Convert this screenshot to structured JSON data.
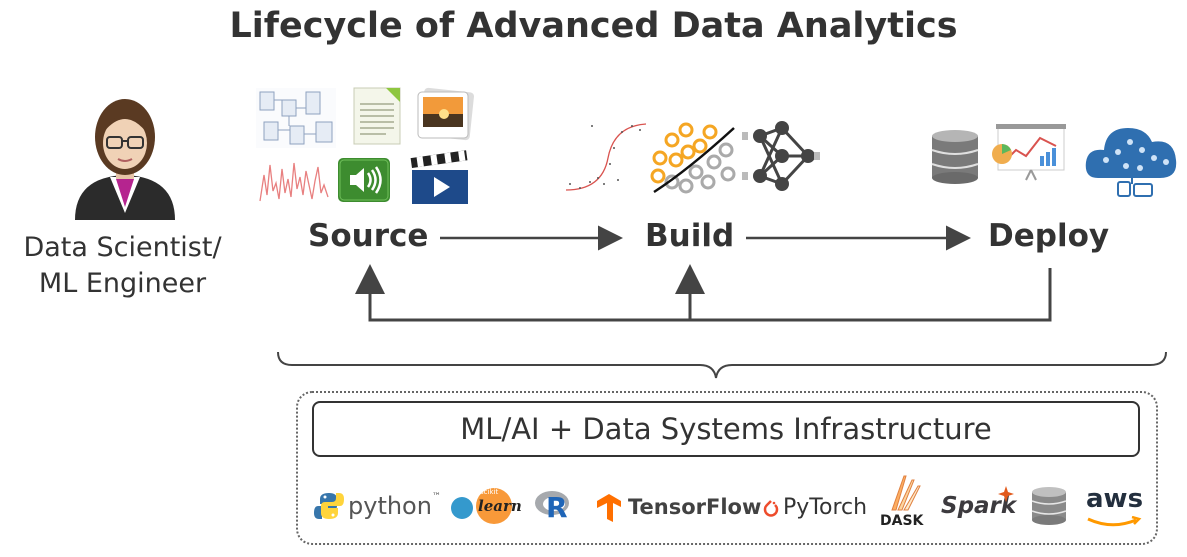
{
  "title": "Lifecycle of Advanced Data Analytics",
  "person": {
    "label_line1": "Data Scientist/",
    "label_line2": "ML Engineer"
  },
  "stages": {
    "source": "Source",
    "build": "Build",
    "deploy": "Deploy"
  },
  "infrastructure": {
    "label": "ML/AI + Data Systems Infrastructure"
  },
  "logos": {
    "python": "python",
    "python_tm": "™",
    "sklearn_top": "scikit",
    "sklearn": "learn",
    "r": "R",
    "tensorflow": "TensorFlow",
    "pytorch": "PyTorch",
    "dask": "DASK",
    "spark": "Spark",
    "aws": "aws"
  },
  "colors": {
    "text": "#333333",
    "arrow": "#444444",
    "python_blue": "#3776ab",
    "python_yellow": "#ffd43b",
    "sklearn_blue": "#3499cd",
    "sklearn_orange": "#f89939",
    "tensorflow_orange": "#ff6f00",
    "pytorch_red": "#ee4c2c",
    "aws_orange": "#ff9900",
    "spark_orange": "#e25a1c"
  }
}
